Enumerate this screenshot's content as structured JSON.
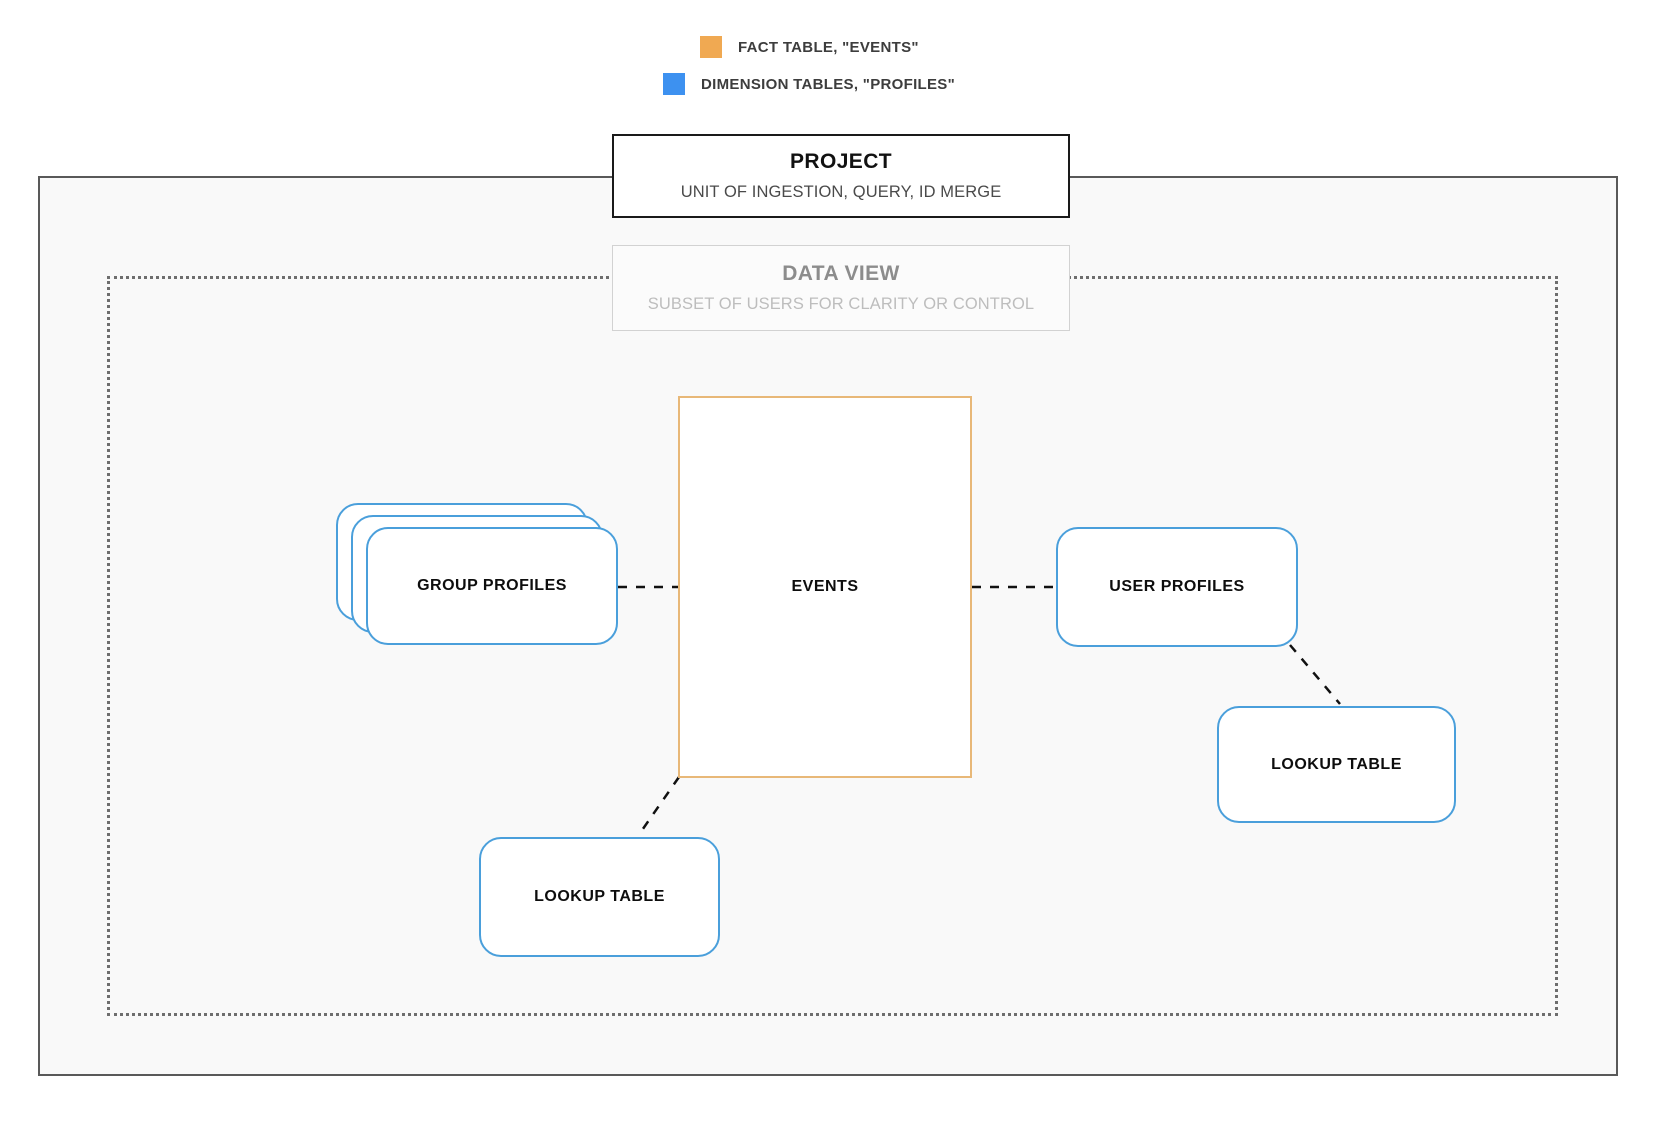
{
  "legend": {
    "items": [
      {
        "label": "FACT TABLE, \"EVENTS\"",
        "color": "#f0a952",
        "icon": "orange-square-swatch"
      },
      {
        "label": "DIMENSION TABLES, \"PROFILES\"",
        "color": "#3d91f0",
        "icon": "blue-square-swatch"
      }
    ]
  },
  "project": {
    "title": "PROJECT",
    "subtitle": "UNIT OF INGESTION, QUERY, ID MERGE"
  },
  "data_view": {
    "title": "DATA VIEW",
    "subtitle": "SUBSET OF USERS FOR CLARITY OR CONTROL"
  },
  "nodes": {
    "events": {
      "label": "EVENTS",
      "type": "fact-table",
      "color": "#e8b878"
    },
    "group_profiles": {
      "label": "GROUP PROFILES",
      "type": "dimension-table",
      "color": "#4a9fdb",
      "stack_count": 3
    },
    "user_profiles": {
      "label": "USER PROFILES",
      "type": "dimension-table",
      "color": "#4a9fdb"
    },
    "lookup_table_right": {
      "label": "LOOKUP TABLE",
      "type": "dimension-table",
      "color": "#4a9fdb"
    },
    "lookup_table_left": {
      "label": "LOOKUP TABLE",
      "type": "dimension-table",
      "color": "#4a9fdb"
    }
  },
  "connectors": [
    {
      "name": "group-profiles-to-events",
      "style": "dashed"
    },
    {
      "name": "events-to-user-profiles",
      "style": "dashed"
    },
    {
      "name": "user-profiles-to-lookup-right",
      "style": "dashed"
    },
    {
      "name": "events-to-lookup-left",
      "style": "dashed"
    }
  ],
  "colors": {
    "fact_accent": "#e8b878",
    "dimension_accent": "#4a9fdb",
    "project_border": "#595959",
    "dataview_border": "#6e6e6e",
    "canvas_fill": "#f9f9f9"
  }
}
